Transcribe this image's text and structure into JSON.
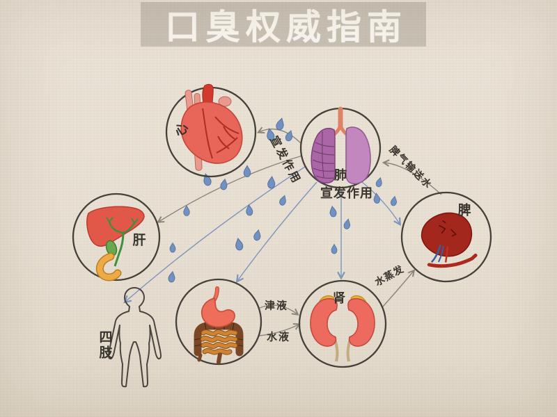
{
  "title": "口臭权威指南",
  "organ_labels": {
    "heart": "心",
    "lung": "肺",
    "spleen": "脾",
    "liver": "肝",
    "kidney": "肾",
    "limbs": "四肢"
  },
  "flow_labels": {
    "dispersal_diagonal": "宣发作用",
    "dispersal_below_lung": "宣发作用",
    "spleen_to_lung": "脾气输送水",
    "kidney_to_spleen": "水蒸发",
    "stomach_to_kidney_upper": "津液",
    "stomach_to_kidney_lower": "水液"
  },
  "colors": {
    "paper": "#e9e1d5",
    "title_band": "#aba398",
    "title_text": "#f8f5ee",
    "circle_stroke": "#44403a",
    "arrow_gray": "#8b857a",
    "arrow_blue": "#7e95bc",
    "droplet": "#7191c0",
    "label_text": "#39352e"
  }
}
